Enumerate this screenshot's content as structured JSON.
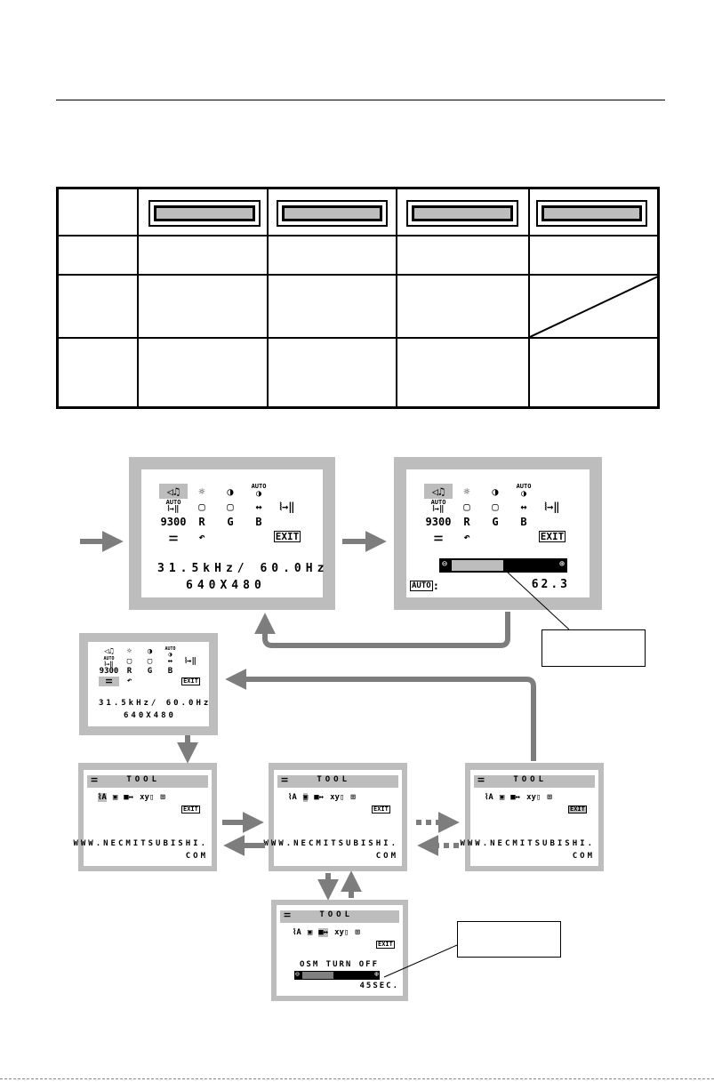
{
  "osd_icons": {
    "volume": "◁♫",
    "brightness": "☼",
    "contrast": "◑",
    "auto_adjust_label": "AUTO",
    "auto_adjust_glyph": "◑",
    "auto_fine_label": "AUTO",
    "auto_fine_glyph": "⦚→‖",
    "h_position": "▢",
    "v_position": "▢",
    "h_size": "↔",
    "fine": "⦚→‖",
    "color_preset": "9300",
    "red": "R",
    "green": "G",
    "blue": "B",
    "tool": "⚌",
    "reset": "↶",
    "exit": "EXIT"
  },
  "main_osd": {
    "frequency": "31.5kHz/ 60.0Hz",
    "resolution": "640X480"
  },
  "adjust_osd": {
    "auto_label": "AUTO",
    "value": "62.3",
    "bar_fill": 0.5
  },
  "tool_screen": {
    "title": "TOOL",
    "icons": [
      "⌇A",
      "▣",
      "■↔",
      "xy▯",
      "⊞"
    ],
    "exit": "EXIT",
    "url_line1": "WWW.NECMITSUBISHI.",
    "url_line2": "COM"
  },
  "osm_turn_off": {
    "label": "OSM TURN OFF",
    "value": "45SEC.",
    "bar_fill": 0.45
  },
  "colors": {
    "panel": "#bdbdbd",
    "arrow": "#7d7d7d",
    "highlight": "#bdbdbd"
  }
}
